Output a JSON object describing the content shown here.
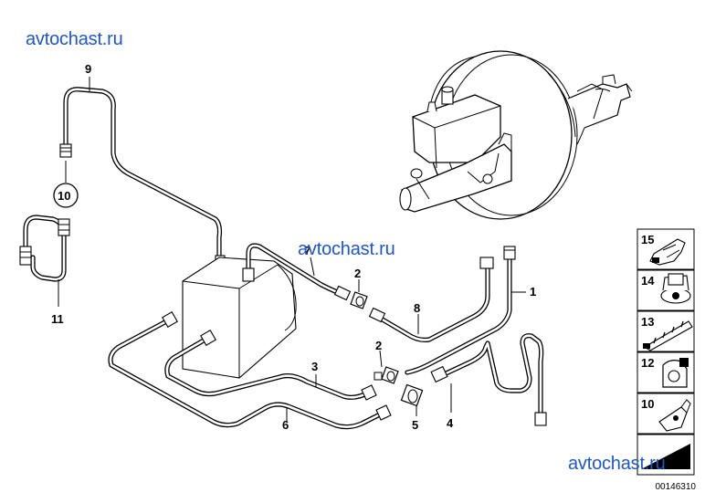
{
  "watermarks": [
    "avtochast.ru",
    "avtochast.ru",
    "avtochast.ru"
  ],
  "diagram_code": "00146310",
  "callouts": {
    "c1": "1",
    "c2a": "2",
    "c2b": "2",
    "c3": "3",
    "c4": "4",
    "c5": "5",
    "c6": "6",
    "c7": "7",
    "c8": "8",
    "c9": "9",
    "c10": "10",
    "c11": "11"
  },
  "legend": {
    "items": [
      "15",
      "14",
      "13",
      "12",
      "10",
      ""
    ]
  },
  "colors": {
    "watermark": "#1f56c9",
    "line": "#000000"
  }
}
